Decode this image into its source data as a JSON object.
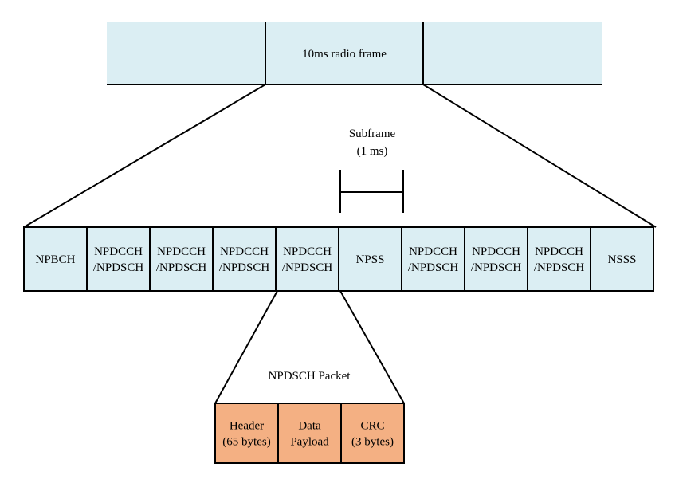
{
  "frame": {
    "label": "10ms radio frame"
  },
  "subframe_marker": {
    "title": "Subframe",
    "duration": "(1 ms)"
  },
  "subframes": [
    {
      "lines": [
        "NPBCH"
      ]
    },
    {
      "lines": [
        "NPDCCH",
        "/NPDSCH"
      ]
    },
    {
      "lines": [
        "NPDCCH",
        "/NPDSCH"
      ]
    },
    {
      "lines": [
        "NPDCCH",
        "/NPDSCH"
      ]
    },
    {
      "lines": [
        "NPDCCH",
        "/NPDSCH"
      ]
    },
    {
      "lines": [
        "NPSS"
      ]
    },
    {
      "lines": [
        "NPDCCH",
        "/NPDSCH"
      ]
    },
    {
      "lines": [
        "NPDCCH",
        "/NPDSCH"
      ]
    },
    {
      "lines": [
        "NPDCCH",
        "/NPDSCH"
      ]
    },
    {
      "lines": [
        "NSSS"
      ]
    }
  ],
  "packet": {
    "title": "NPDSCH Packet",
    "fields": [
      {
        "lines": [
          "Header",
          "(65 bytes)"
        ]
      },
      {
        "lines": [
          "Data",
          "Payload"
        ]
      },
      {
        "lines": [
          "CRC",
          "(3 bytes)"
        ]
      }
    ]
  },
  "colors": {
    "subframe_fill": "#dbeef3",
    "packet_fill": "#f4b083",
    "stroke": "#000000"
  }
}
